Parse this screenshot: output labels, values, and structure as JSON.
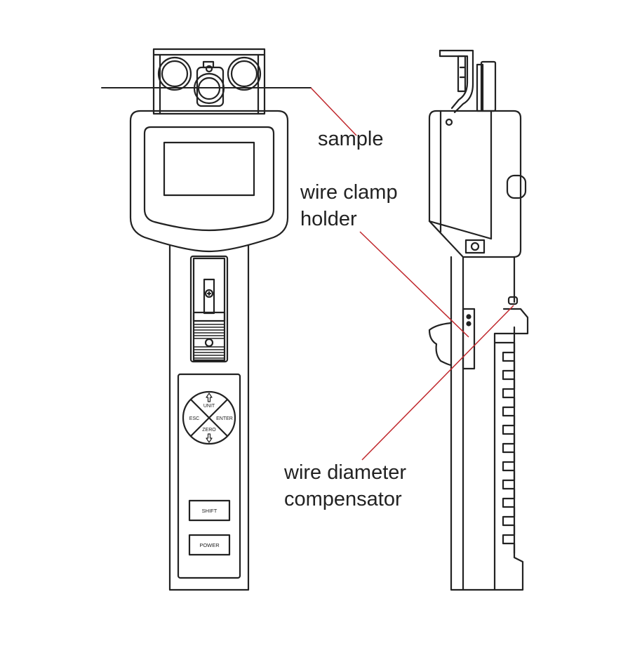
{
  "labels": {
    "sample": "sample",
    "wire_clamp_holder": [
      "wire clamp",
      "holder"
    ],
    "wire_diameter_compensator": [
      "wire diameter",
      "compensator"
    ]
  },
  "keypad": {
    "unit": "UNIT",
    "esc": "ESC",
    "enter": "ENTER",
    "zero": "ZERO"
  },
  "buttons": {
    "shift": "SHIFT",
    "power": "POWER"
  },
  "colors": {
    "outline": "#222222",
    "leader_line": "#c0282d",
    "background": "#ffffff"
  }
}
